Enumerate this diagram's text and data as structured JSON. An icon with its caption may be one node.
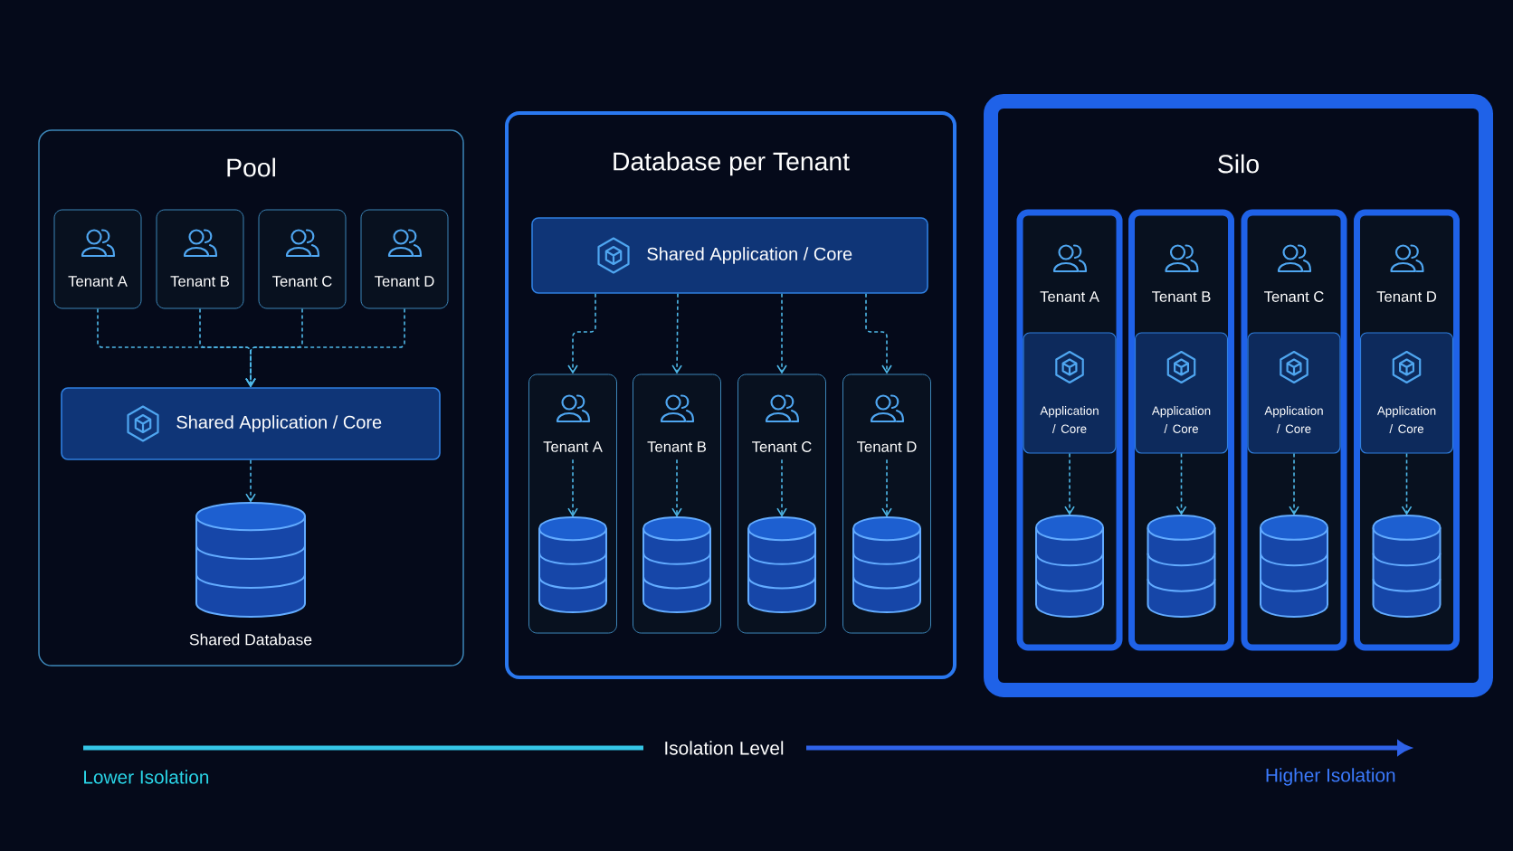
{
  "diagram": {
    "nodes": [
      {
        "text": [
          "Pool"
        ]
      },
      {
        "text": [
          "Tenant A"
        ],
        "in": 0
      },
      {
        "text": [
          "Tenant B"
        ],
        "in": 0
      },
      {
        "text": [
          "Tenant C"
        ],
        "in": 0
      },
      {
        "text": [
          "Tenant D"
        ],
        "in": 0
      },
      {
        "text": [
          "Shared Application / Core"
        ],
        "in": 0
      },
      {
        "text": [],
        "shape": "cylinder",
        "in": 0,
        "beside": [
          "Shared Database"
        ]
      },
      {
        "text": [
          "Database per Tenant"
        ]
      },
      {
        "text": [
          "Shared Application / Core"
        ],
        "in": 7
      },
      {
        "text": [],
        "shape": "box",
        "in": 7
      },
      {
        "text": [
          "Tenant A"
        ],
        "in": 9
      },
      {
        "text": [],
        "shape": "cylinder",
        "in": 9
      },
      {
        "text": [],
        "shape": "box",
        "in": 7
      },
      {
        "text": [
          "Tenant B"
        ],
        "in": 12
      },
      {
        "text": [],
        "shape": "cylinder",
        "in": 12
      },
      {
        "text": [],
        "shape": "box",
        "in": 7
      },
      {
        "text": [
          "Tenant C"
        ],
        "in": 15
      },
      {
        "text": [],
        "shape": "cylinder",
        "in": 15
      },
      {
        "text": [],
        "shape": "box",
        "in": 7
      },
      {
        "text": [
          "Tenant D"
        ],
        "in": 18
      },
      {
        "text": [],
        "shape": "cylinder",
        "in": 18
      },
      {
        "text": [
          "Silo"
        ]
      },
      {
        "text": [
          "Tenant A"
        ],
        "in": 21
      },
      {
        "text": [
          "Application / Core"
        ],
        "in": 22
      },
      {
        "text": [],
        "shape": "cylinder",
        "in": 22
      },
      {
        "text": [
          "Tenant B"
        ],
        "in": 21
      },
      {
        "text": [
          "Application / Core"
        ],
        "in": 25
      },
      {
        "text": [],
        "shape": "cylinder",
        "in": 25
      },
      {
        "text": [
          "Tenant C"
        ],
        "in": 21
      },
      {
        "text": [
          "Application / Core"
        ],
        "in": 28
      },
      {
        "text": [],
        "shape": "cylinder",
        "in": 28
      },
      {
        "text": [
          "Tenant D"
        ],
        "in": 21
      },
      {
        "text": [
          "Application / Core"
        ],
        "in": 31
      },
      {
        "text": [],
        "shape": "cylinder",
        "in": 31
      }
    ],
    "edges": [
      {
        "from": 1,
        "to": 5,
        "arrow": "to",
        "style": "dashed"
      },
      {
        "from": 2,
        "to": 5,
        "arrow": "to",
        "style": "dashed"
      },
      {
        "from": 3,
        "to": 5,
        "arrow": "to",
        "style": "dashed"
      },
      {
        "from": 4,
        "to": 5,
        "arrow": "to",
        "style": "dashed"
      },
      {
        "from": 5,
        "to": 6,
        "arrow": "to",
        "style": "dashed"
      },
      {
        "from": 8,
        "to": 9,
        "arrow": "to",
        "style": "dashed"
      },
      {
        "from": 8,
        "to": 12,
        "arrow": "to",
        "style": "dashed"
      },
      {
        "from": 8,
        "to": 15,
        "arrow": "to",
        "style": "dashed"
      },
      {
        "from": 8,
        "to": 18,
        "arrow": "to",
        "style": "dashed"
      },
      {
        "from": 10,
        "to": 11,
        "arrow": "to",
        "style": "dashed"
      },
      {
        "from": 13,
        "to": 14,
        "arrow": "to",
        "style": "dashed"
      },
      {
        "from": 16,
        "to": 17,
        "arrow": "to",
        "style": "dashed"
      },
      {
        "from": 19,
        "to": 20,
        "arrow": "to",
        "style": "dashed"
      },
      {
        "from": 23,
        "to": 24,
        "arrow": "to",
        "style": "dashed"
      },
      {
        "from": 26,
        "to": 27,
        "arrow": "to",
        "style": "dashed"
      },
      {
        "from": 29,
        "to": 30,
        "arrow": "to",
        "style": "dashed"
      },
      {
        "from": 32,
        "to": 33,
        "arrow": "to",
        "style": "dashed"
      }
    ],
    "labels": [
      "Isolation Level",
      "Lower Isolation",
      "Higher Isolation"
    ]
  }
}
